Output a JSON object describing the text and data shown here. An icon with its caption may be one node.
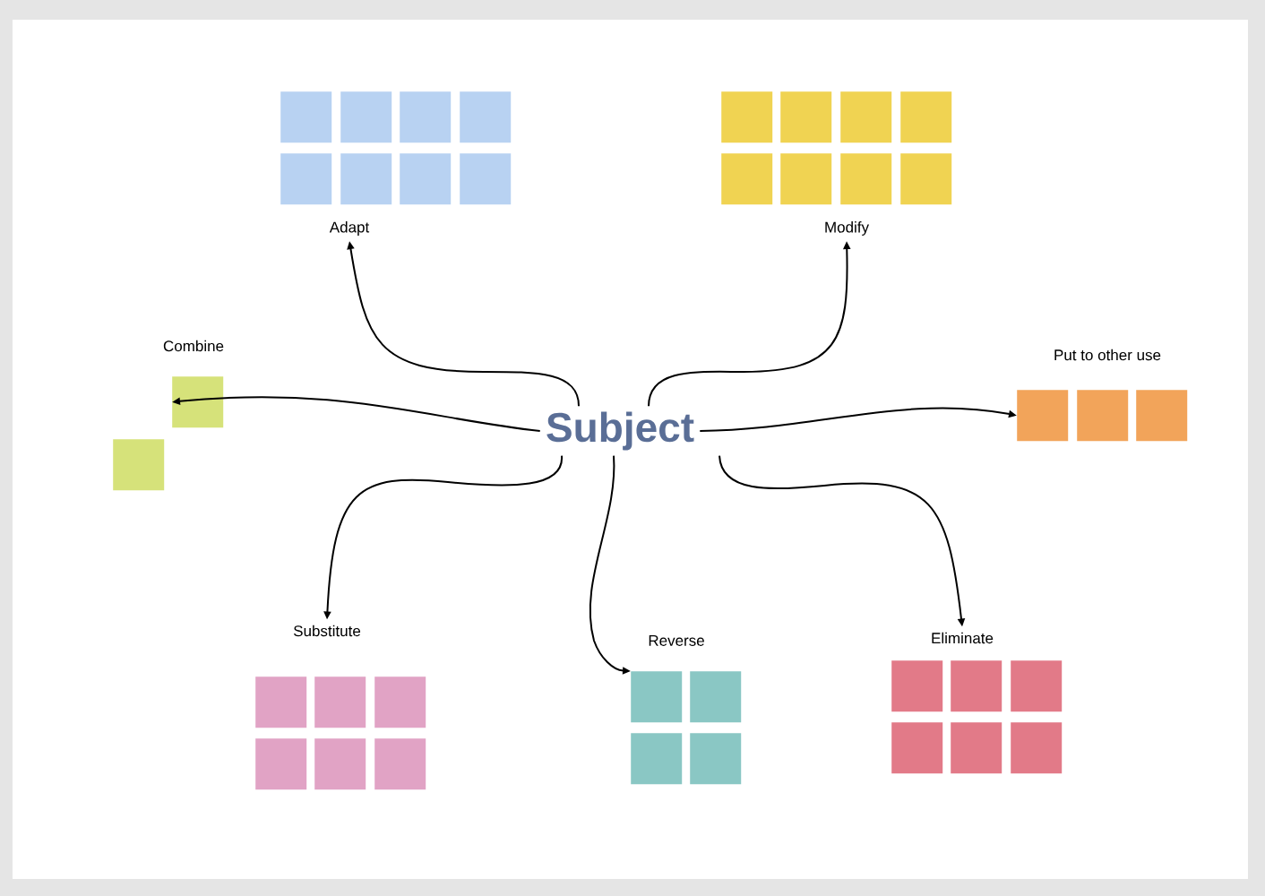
{
  "diagram": {
    "nodes": [
      {
        "text": [
          "Subject"
        ]
      },
      {
        "text": [
          "Adapt"
        ]
      },
      {
        "text": [
          "Modify"
        ]
      },
      {
        "text": [
          "Combine"
        ]
      },
      {
        "text": [
          "Put to other use"
        ]
      },
      {
        "text": [
          "Substitute"
        ]
      },
      {
        "text": [
          "Reverse"
        ]
      },
      {
        "text": [
          "Eliminate"
        ]
      },
      {
        "text": [],
        "shape": "box"
      },
      {
        "text": [],
        "shape": "box"
      },
      {
        "text": [],
        "shape": "box"
      },
      {
        "text": [],
        "shape": "box"
      },
      {
        "text": [],
        "shape": "box"
      },
      {
        "text": [],
        "shape": "box"
      },
      {
        "text": [],
        "shape": "box"
      },
      {
        "text": [],
        "shape": "box"
      },
      {
        "text": [],
        "shape": "box"
      },
      {
        "text": [],
        "shape": "box"
      },
      {
        "text": [],
        "shape": "box"
      },
      {
        "text": [],
        "shape": "box"
      },
      {
        "text": [],
        "shape": "box"
      },
      {
        "text": [],
        "shape": "box"
      },
      {
        "text": [],
        "shape": "box"
      },
      {
        "text": [],
        "shape": "box"
      },
      {
        "text": [],
        "shape": "box"
      },
      {
        "text": [],
        "shape": "box"
      },
      {
        "text": [],
        "shape": "box"
      },
      {
        "text": [],
        "shape": "box"
      },
      {
        "text": [],
        "shape": "box"
      },
      {
        "text": [],
        "shape": "box"
      },
      {
        "text": [],
        "shape": "box"
      },
      {
        "text": [],
        "shape": "box"
      },
      {
        "text": [],
        "shape": "box"
      },
      {
        "text": [],
        "shape": "box"
      },
      {
        "text": [],
        "shape": "box"
      },
      {
        "text": [],
        "shape": "box"
      },
      {
        "text": [],
        "shape": "box"
      },
      {
        "text": [],
        "shape": "box"
      },
      {
        "text": [],
        "shape": "box"
      },
      {
        "text": [],
        "shape": "box"
      },
      {
        "text": [],
        "shape": "box"
      },
      {
        "text": [],
        "shape": "box"
      },
      {
        "text": [],
        "shape": "box"
      },
      {
        "text": [],
        "shape": "box"
      },
      {
        "text": [],
        "shape": "box"
      }
    ],
    "edges": [
      {
        "from": 0,
        "to": 1,
        "arrow": "to"
      },
      {
        "from": 0,
        "to": 2,
        "arrow": "to"
      },
      {
        "from": 0,
        "to": 24,
        "arrow": "to"
      },
      {
        "from": 0,
        "to": 26,
        "arrow": "to"
      },
      {
        "from": 0,
        "to": 5,
        "arrow": "to"
      },
      {
        "from": 0,
        "to": 35,
        "arrow": "to"
      },
      {
        "from": 0,
        "to": 7,
        "arrow": "to"
      }
    ]
  }
}
